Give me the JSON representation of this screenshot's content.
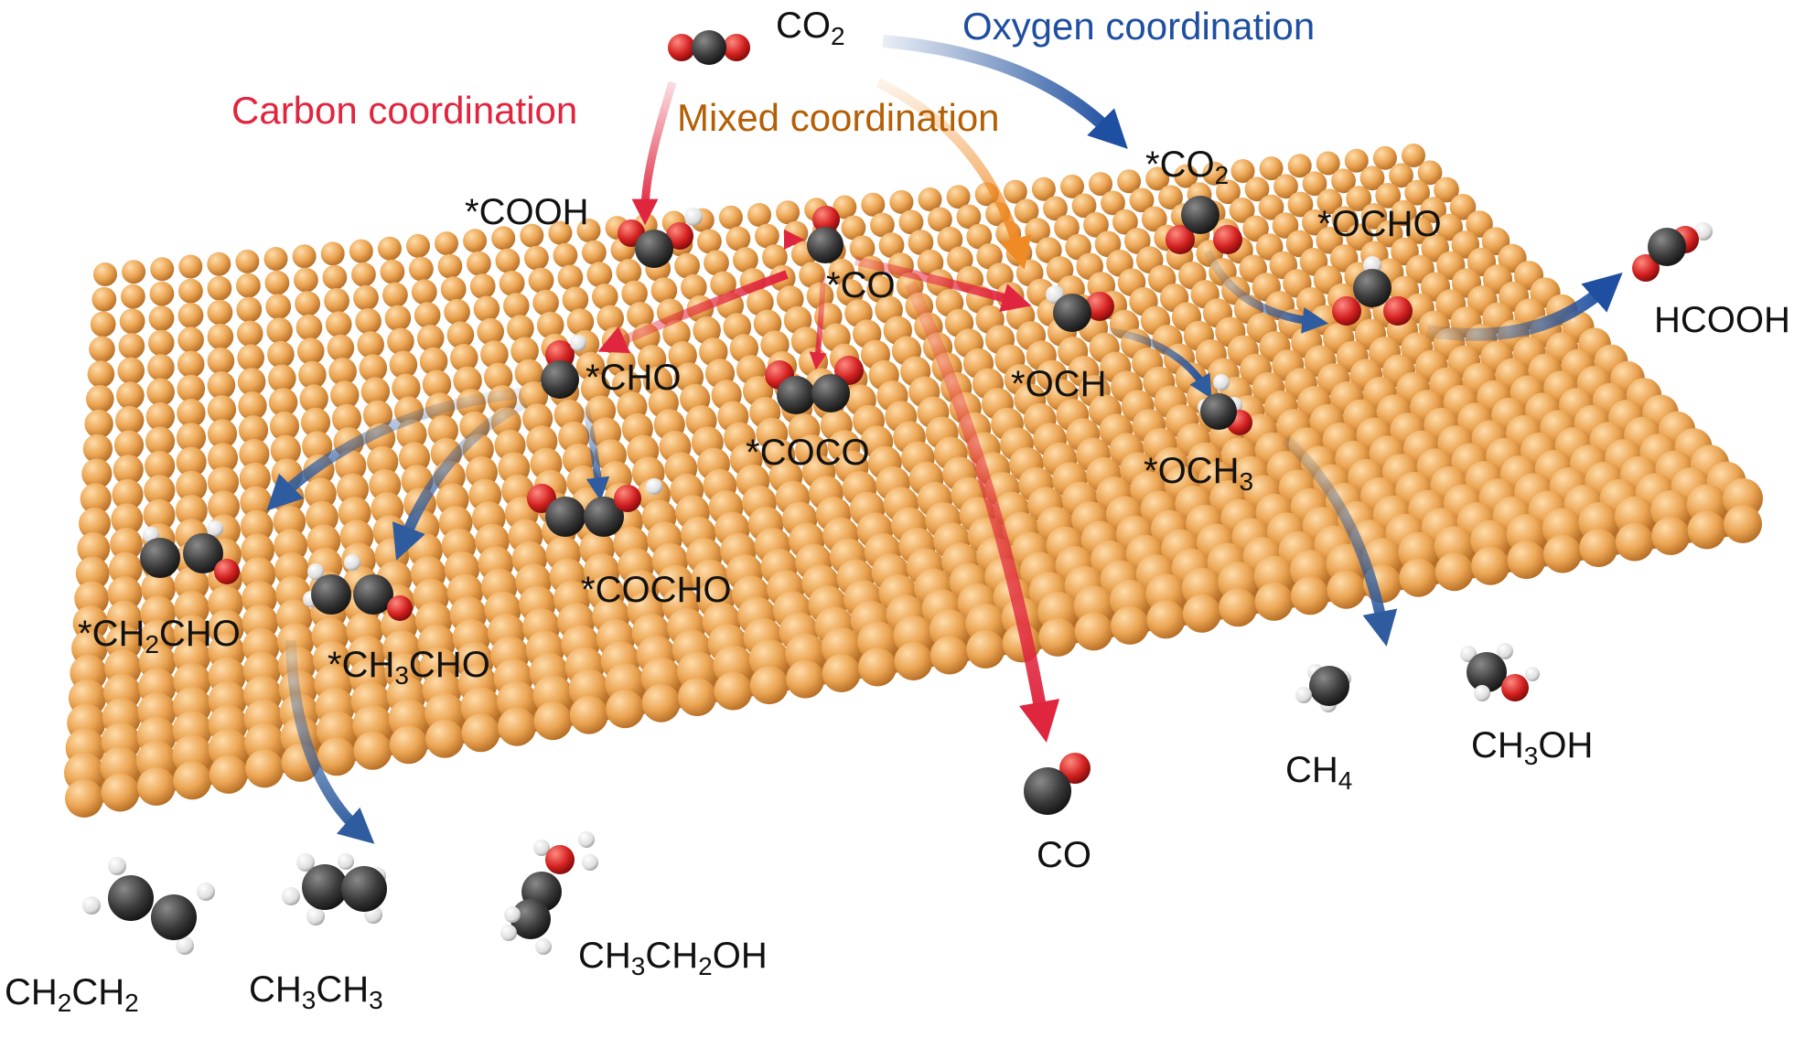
{
  "colors": {
    "carbon_path": "#e0253f",
    "mixed_path": "#b45f06",
    "oxygen_path": "#1f4fa0",
    "product_arrow": "#2f5c9e",
    "surface": "#e8a24e",
    "carbon_atom": "#3a3a3a",
    "oxygen_atom": "#d32020",
    "hydrogen_atom": "#e6e6e6"
  },
  "pathways": {
    "carbon": "Carbon coordination",
    "mixed": "Mixed coordination",
    "oxygen": "Oxygen coordination"
  },
  "species": {
    "co2_gas": {
      "a": "CO",
      "sub": "2",
      "b": ""
    },
    "cooh": {
      "a": "*COOH",
      "sub": "",
      "b": ""
    },
    "co_ads": {
      "a": "*CO",
      "sub": "",
      "b": ""
    },
    "co2_ads": {
      "a": "*CO",
      "sub": "2",
      "b": ""
    },
    "ocho": {
      "a": "*OCHO",
      "sub": "",
      "b": ""
    },
    "cho": {
      "a": "*CHO",
      "sub": "",
      "b": ""
    },
    "coco": {
      "a": "*COCO",
      "sub": "",
      "b": ""
    },
    "och": {
      "a": "*OCH",
      "sub": "",
      "b": ""
    },
    "och3": {
      "a": "*OCH",
      "sub": "3",
      "b": ""
    },
    "cocho": {
      "a": "*COCHO",
      "sub": "",
      "b": ""
    },
    "ch2cho": {
      "a": "*CH",
      "sub": "2",
      "b": "CHO"
    },
    "ch3cho": {
      "a": "*CH",
      "sub": "3",
      "b": "CHO"
    }
  },
  "products": {
    "hcooh": {
      "a": "HCOOH",
      "sub": "",
      "b": ""
    },
    "co": {
      "a": "CO",
      "sub": "",
      "b": ""
    },
    "ch4": {
      "a": "CH",
      "sub": "4",
      "b": ""
    },
    "ch3oh": {
      "a": "CH",
      "sub": "3",
      "b": "OH"
    },
    "ch2ch2": {
      "a": "CH",
      "sub": "2",
      "b": "CH",
      "sub2": "2"
    },
    "ch3ch3": {
      "a": "CH",
      "sub": "3",
      "b": "CH",
      "sub2": "3"
    },
    "ch3ch2oh": {
      "a": "CH",
      "sub": "3",
      "b": "CH",
      "sub2": "2",
      "c": "OH"
    }
  }
}
